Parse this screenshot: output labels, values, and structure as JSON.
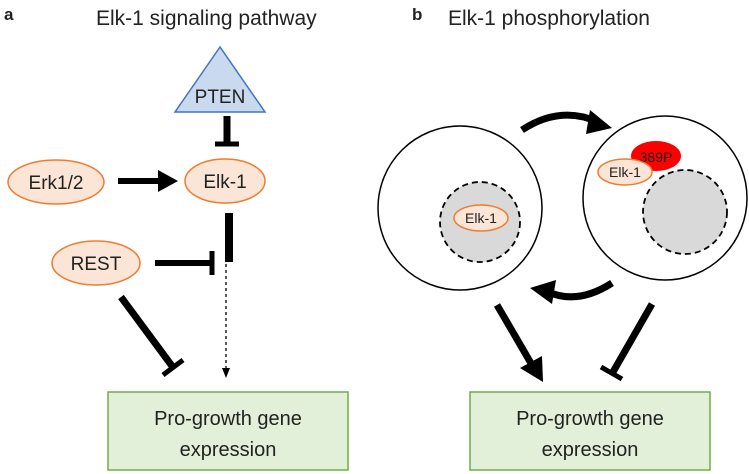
{
  "panel_a": {
    "letter": "a",
    "title": "Elk-1 signaling pathway",
    "nodes": {
      "pten": "PTEN",
      "erk": "Erk1/2",
      "elk1": "Elk-1",
      "rest": "REST"
    },
    "output": {
      "line1": "Pro-growth gene",
      "line2": "expression"
    }
  },
  "panel_b": {
    "letter": "b",
    "title": "Elk-1 phosphorylation",
    "elk1_nuclear": "Elk-1",
    "elk1_cytoplasmic": "Elk-1",
    "phospho_site": "389P",
    "output": {
      "line1": "Pro-growth gene",
      "line2": "expression"
    }
  },
  "colors": {
    "node_fill": "#fbe5d6",
    "node_stroke": "#ed7d31",
    "pten_fill": "#c9d9ee",
    "pten_stroke": "#4472c4",
    "box_fill": "#e2f0d9",
    "box_stroke": "#70ad47",
    "phospho": "#ff0000",
    "nucleus": "#d9d9d9"
  }
}
